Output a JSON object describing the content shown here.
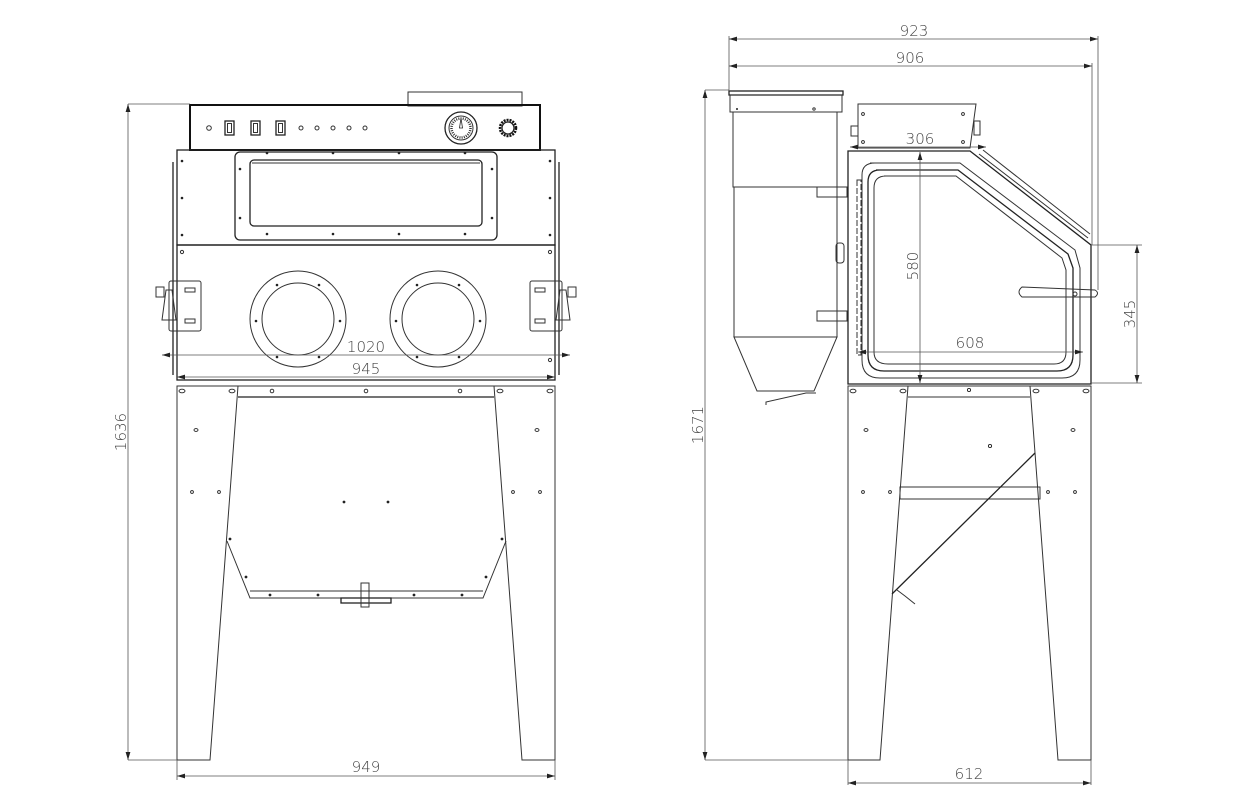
{
  "drawing": {
    "title": "Sandblasting cabinet — front and side view",
    "front_view": {
      "dimensions": {
        "total_height": "1636",
        "outer_width": "1020",
        "cabinet_width": "945",
        "leg_width": "949"
      }
    },
    "side_view": {
      "dimensions": {
        "overall_depth": "923",
        "depth_without_knob": "906",
        "top_box_width": "306",
        "window_height": "580",
        "window_width": "608",
        "lower_section_height": "345",
        "total_height": "1671",
        "leg_depth": "612"
      }
    },
    "icons": {
      "gauge": "pressure-gauge-icon",
      "knob": "regulator-knob-icon",
      "switch": "rocker-switch-icon"
    }
  }
}
